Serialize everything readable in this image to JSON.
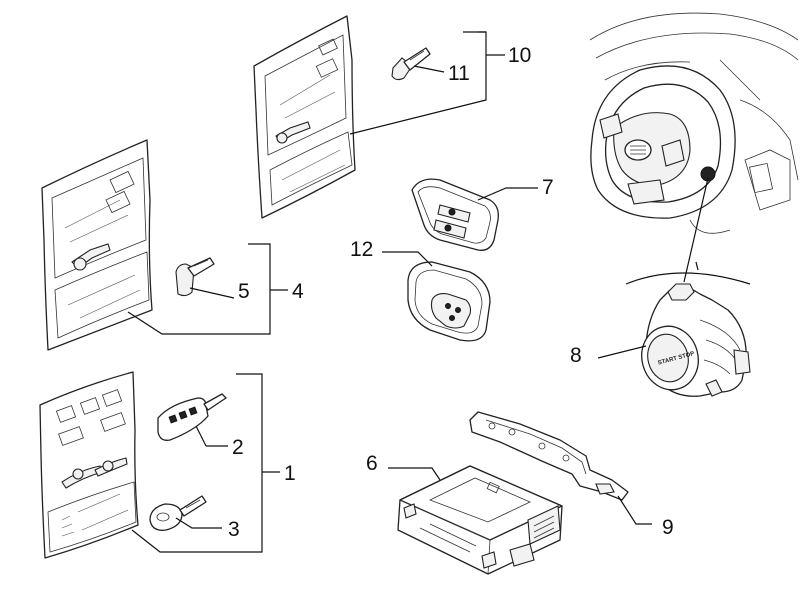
{
  "callouts": {
    "c1": "1",
    "c2": "2",
    "c3": "3",
    "c4": "4",
    "c5": "5",
    "c6": "6",
    "c7": "7",
    "c8": "8",
    "c9": "9",
    "c10": "10",
    "c11": "11",
    "c12": "12"
  },
  "start_button_text": "START STOP"
}
